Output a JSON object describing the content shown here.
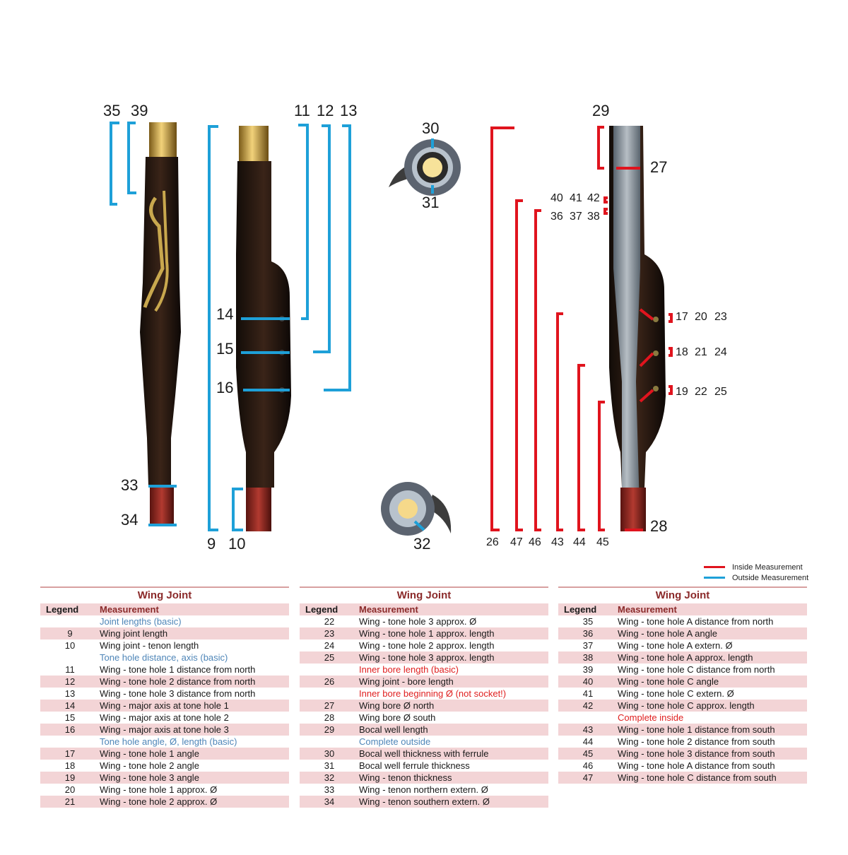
{
  "colors": {
    "inside": "#e0141e",
    "outside": "#1ea0d8",
    "title": "#8b2a2a",
    "section_blue": "#4f86b8",
    "section_red": "#e02020",
    "row_pink": "#f3d4d6"
  },
  "diagram": {
    "labels": {
      "l35": "35",
      "l39": "39",
      "l11": "11",
      "l12": "12",
      "l13": "13",
      "l14": "14",
      "l15": "15",
      "l16": "16",
      "l33": "33",
      "l34": "34",
      "l9": "9",
      "l10": "10",
      "l30": "30",
      "l31": "31",
      "l32": "32",
      "l29": "29",
      "l27": "27",
      "l28": "28",
      "l40": "40",
      "l41": "41",
      "l42": "42",
      "l36": "36",
      "l37": "37",
      "l38": "38",
      "l17": "17",
      "l20": "20",
      "l23": "23",
      "l18": "18",
      "l21": "21",
      "l24": "24",
      "l19": "19",
      "l22": "22",
      "l25": "25",
      "l26": "26",
      "l47": "47",
      "l46": "46",
      "l43": "43",
      "l44": "44",
      "l45": "45"
    }
  },
  "key": {
    "inside": "Inside Measurement",
    "outside": "Outside Measurement"
  },
  "tables": [
    {
      "title": "Wing Joint",
      "col_legend": "Legend",
      "col_measurement": "Measurement",
      "rows": [
        {
          "n": "",
          "m": "Joint lengths (basic)",
          "type": "sec-blue"
        },
        {
          "n": "9",
          "m": "Wing joint length",
          "type": "pink"
        },
        {
          "n": "10",
          "m": "Wing joint - tenon length",
          "type": "white"
        },
        {
          "n": "",
          "m": "Tone hole distance, axis (basic)",
          "type": "sec-blue"
        },
        {
          "n": "11",
          "m": "Wing - tone hole 1 distance from north",
          "type": "white"
        },
        {
          "n": "12",
          "m": "Wing - tone hole 2 distance from north",
          "type": "pink"
        },
        {
          "n": "13",
          "m": "Wing - tone hole 3 distance from north",
          "type": "white"
        },
        {
          "n": "14",
          "m": "Wing - major axis at tone hole 1",
          "type": "pink"
        },
        {
          "n": "15",
          "m": "Wing - major axis at tone hole 2",
          "type": "white"
        },
        {
          "n": "16",
          "m": "Wing - major axis at tone hole 3",
          "type": "pink"
        },
        {
          "n": "",
          "m": "Tone hole angle, Ø, length (basic)",
          "type": "sec-blue"
        },
        {
          "n": "17",
          "m": "Wing - tone hole 1 angle",
          "type": "pink"
        },
        {
          "n": "18",
          "m": "Wing - tone hole 2 angle",
          "type": "white"
        },
        {
          "n": "19",
          "m": "Wing - tone hole 3 angle",
          "type": "pink"
        },
        {
          "n": "20",
          "m": "Wing - tone hole 1 approx. Ø",
          "type": "white"
        },
        {
          "n": "21",
          "m": "Wing - tone hole 2 approx. Ø",
          "type": "pink"
        }
      ]
    },
    {
      "title": "Wing Joint",
      "col_legend": "Legend",
      "col_measurement": "Measurement",
      "rows": [
        {
          "n": "22",
          "m": "Wing - tone hole 3 approx. Ø",
          "type": "white"
        },
        {
          "n": "23",
          "m": "Wing - tone hole 1 approx. length",
          "type": "pink"
        },
        {
          "n": "24",
          "m": "Wing - tone hole 2 approx. length",
          "type": "white"
        },
        {
          "n": "25",
          "m": "Wing - tone hole 3 approx. length",
          "type": "pink"
        },
        {
          "n": "",
          "m": "Inner bore length (basic)",
          "type": "sec-red"
        },
        {
          "n": "26",
          "m": "Wing joint - bore length",
          "type": "pink"
        },
        {
          "n": "",
          "m": "Inner bore beginning Ø (not socket!)",
          "type": "sec-red"
        },
        {
          "n": "27",
          "m": "Wing bore Ø north",
          "type": "pink"
        },
        {
          "n": "28",
          "m": "Wing bore Ø south",
          "type": "white"
        },
        {
          "n": "29",
          "m": "Bocal well length",
          "type": "pink"
        },
        {
          "n": "",
          "m": "Complete outside",
          "type": "sec-blue"
        },
        {
          "n": "30",
          "m": "Bocal well thickness with ferrule",
          "type": "pink"
        },
        {
          "n": "31",
          "m": "Bocal well ferrule thickness",
          "type": "white"
        },
        {
          "n": "32",
          "m": "Wing - tenon thickness",
          "type": "pink"
        },
        {
          "n": "33",
          "m": "Wing - tenon northern extern. Ø",
          "type": "white"
        },
        {
          "n": "34",
          "m": "Wing - tenon southern extern. Ø",
          "type": "pink"
        }
      ]
    },
    {
      "title": "Wing Joint",
      "col_legend": "Legend",
      "col_measurement": "Measurement",
      "rows": [
        {
          "n": "35",
          "m": "Wing - tone hole A distance from north",
          "type": "white"
        },
        {
          "n": "36",
          "m": "Wing - tone hole A angle",
          "type": "pink"
        },
        {
          "n": "37",
          "m": "Wing - tone hole A extern. Ø",
          "type": "white"
        },
        {
          "n": "38",
          "m": "Wing - tone hole A approx. length",
          "type": "pink"
        },
        {
          "n": "39",
          "m": "Wing - tone hole C distance from north",
          "type": "white"
        },
        {
          "n": "40",
          "m": "Wing - tone hole C angle",
          "type": "pink"
        },
        {
          "n": "41",
          "m": "Wing - tone hole C extern. Ø",
          "type": "white"
        },
        {
          "n": "42",
          "m": "Wing - tone hole C approx. length",
          "type": "pink"
        },
        {
          "n": "",
          "m": "Complete inside",
          "type": "sec-red"
        },
        {
          "n": "43",
          "m": "Wing - tone hole 1 distance from south",
          "type": "pink"
        },
        {
          "n": "44",
          "m": "Wing - tone hole 2 distance from south",
          "type": "white"
        },
        {
          "n": "45",
          "m": "Wing - tone hole 3 distance from south",
          "type": "pink"
        },
        {
          "n": "46",
          "m": "Wing - tone hole A distance from south",
          "type": "white"
        },
        {
          "n": "47",
          "m": "Wing - tone hole C distance from south",
          "type": "pink"
        }
      ]
    }
  ]
}
